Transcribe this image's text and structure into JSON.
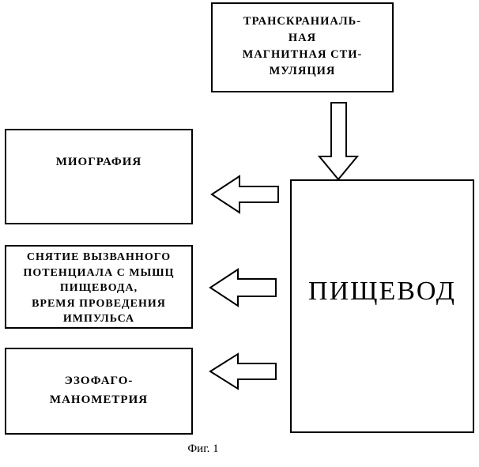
{
  "boxes": {
    "tms": "ТРАНСКРАНИАЛЬ-\nНАЯ\nМАГНИТНАЯ СТИ-\nМУЛЯЦИЯ",
    "myography": "МИОГРАФИЯ",
    "evoked": "СНЯТИЕ ВЫЗВАННОГО\nПОТЕНЦИАЛА С МЫШЦ\nПИЩЕВОДА,\nВРЕМЯ ПРОВЕДЕНИЯ\nИМПУЛЬСА",
    "manometry": "ЭЗОФАГО-\nМАНОМЕТРИЯ",
    "esophagus": "ПИЩЕВОД"
  },
  "caption": "Фиг. 1",
  "colors": {
    "line": "#000000",
    "background": "#ffffff"
  }
}
